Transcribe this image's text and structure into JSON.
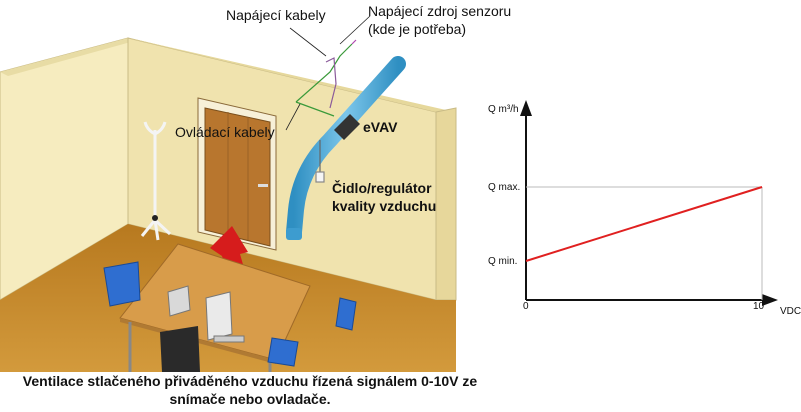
{
  "labels": {
    "power_cables": "Napájecí kabely",
    "sensor_power_line1": "Napájecí zdroj senzoru",
    "sensor_power_line2": "(kde je potřeba)",
    "control_cables": "Ovládací kabely",
    "evav": "eVAV",
    "sensor_line1": "Čidlo/regulátor",
    "sensor_line2": "kvality vzduchu"
  },
  "caption": {
    "line1": "Ventilace stlačeného přiváděného vzduchu řízená signálem 0-10V ze",
    "line2": "snímače nebo ovladače."
  },
  "chart_data": {
    "type": "line",
    "ylabel": "Q m³/h",
    "xlabel": "VDC",
    "x_ticks": [
      "0",
      "10"
    ],
    "y_ticks": [
      "Q min.",
      "Q max."
    ],
    "xlim": [
      0,
      10
    ],
    "series": [
      {
        "x": [
          0,
          10
        ],
        "y": [
          "Q min.",
          "Q max."
        ],
        "color": "#e02020"
      }
    ]
  },
  "colors": {
    "wall": "#f3e7b3",
    "floor": "#c88a2a",
    "duct": "#4aa8d6",
    "line_red": "#e02020",
    "chair": "#2060c0",
    "arrow": "#d61c1c"
  }
}
